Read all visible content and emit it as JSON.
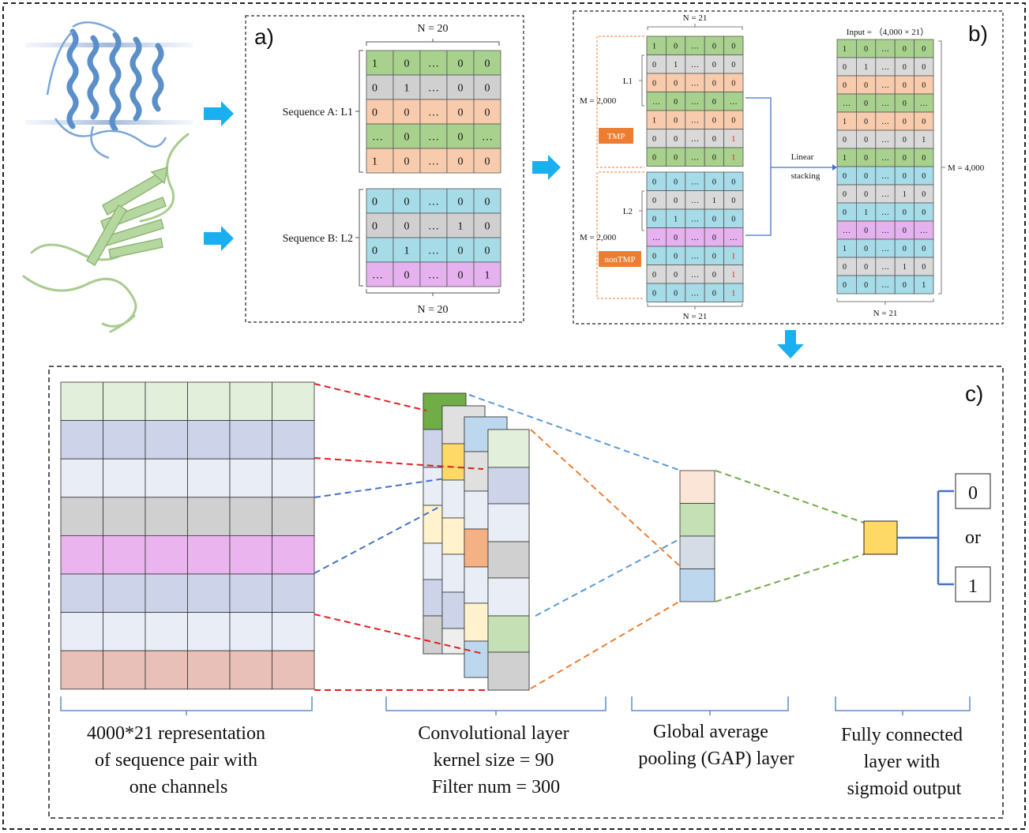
{
  "panel_a": {
    "tag": "a)",
    "n_top": "N = 20",
    "n_bottom": "N = 20",
    "seq_a_label": "Sequence A: L1",
    "seq_b_label": "Sequence B: L2",
    "seq_a_rows": [
      {
        "cells": [
          "1",
          "0",
          "…",
          "0",
          "0"
        ],
        "color": "#a9d18e"
      },
      {
        "cells": [
          "0",
          "1",
          "…",
          "0",
          "0"
        ],
        "color": "#d0d0d0"
      },
      {
        "cells": [
          "0",
          "0",
          "…",
          "0",
          "0"
        ],
        "color": "#f8cbad"
      },
      {
        "cells": [
          "…",
          "0",
          "…",
          "0",
          "…"
        ],
        "color": "#a9d18e"
      },
      {
        "cells": [
          "1",
          "0",
          "…",
          "0",
          "0"
        ],
        "color": "#f8cbad"
      }
    ],
    "seq_b_rows": [
      {
        "cells": [
          "0",
          "0",
          "…",
          "0",
          "0"
        ],
        "color": "#a6dbe8"
      },
      {
        "cells": [
          "0",
          "0",
          "…",
          "1",
          "0"
        ],
        "color": "#d0d0d0"
      },
      {
        "cells": [
          "0",
          "1",
          "…",
          "0",
          "0"
        ],
        "color": "#a6dbe8"
      },
      {
        "cells": [
          "…",
          "0",
          "…",
          "0",
          "1"
        ],
        "color": "#e6b1ef"
      }
    ]
  },
  "panel_b": {
    "tag": "b)",
    "n_top": "N = 21",
    "n_bottom_left": "N = 21",
    "n_bottom_right": "N = 21",
    "input_label": "Input = （4,000 × 21）",
    "m_tmp": "M = 2,000",
    "m_nontmp": "M = 2,000",
    "m_total": "M = 4,000",
    "l1": "L1",
    "l2": "L2",
    "tmp_tag": "TMP",
    "nontmp_tag": "nonTMP",
    "stack_label_1": "Linear",
    "stack_label_2": "stacking",
    "tmp_rows": [
      {
        "cells": [
          "1",
          "0",
          "…",
          "0",
          "0"
        ],
        "color": "#a9d18e",
        "red_last": false
      },
      {
        "cells": [
          "0",
          "1",
          "…",
          "0",
          "0"
        ],
        "color": "#d9d9d9",
        "red_last": false
      },
      {
        "cells": [
          "0",
          "0",
          "…",
          "0",
          "0"
        ],
        "color": "#f8cbad",
        "red_last": false
      },
      {
        "cells": [
          "…",
          "0",
          "…",
          "0",
          "…"
        ],
        "color": "#a9d18e",
        "red_last": false
      },
      {
        "cells": [
          "1",
          "0",
          "…",
          "0",
          "0"
        ],
        "color": "#f8cbad",
        "red_last": false
      },
      {
        "cells": [
          "0",
          "0",
          "…",
          "0",
          "1"
        ],
        "color": "#d9d9d9",
        "red_last": true
      },
      {
        "cells": [
          "0",
          "0",
          "…",
          "0",
          "1"
        ],
        "color": "#a9d18e",
        "red_last": true
      }
    ],
    "nontmp_rows": [
      {
        "cells": [
          "0",
          "0",
          "…",
          "0",
          "0"
        ],
        "color": "#a6dbe8",
        "red_last": false
      },
      {
        "cells": [
          "0",
          "0",
          "…",
          "1",
          "0"
        ],
        "color": "#d9d9d9",
        "red_last": false
      },
      {
        "cells": [
          "0",
          "1",
          "…",
          "0",
          "0"
        ],
        "color": "#a6dbe8",
        "red_last": false
      },
      {
        "cells": [
          "…",
          "0",
          "…",
          "0",
          "…"
        ],
        "color": "#e6b1ef",
        "red_last": false
      },
      {
        "cells": [
          "0",
          "0",
          "…",
          "0",
          "1"
        ],
        "color": "#a6dbe8",
        "red_last": true
      },
      {
        "cells": [
          "0",
          "0",
          "…",
          "0",
          "1"
        ],
        "color": "#d9d9d9",
        "red_last": true
      },
      {
        "cells": [
          "0",
          "0",
          "…",
          "0",
          "1"
        ],
        "color": "#a6dbe8",
        "red_last": true
      }
    ],
    "stacked_rows": [
      {
        "cells": [
          "1",
          "0",
          "…",
          "0",
          "0"
        ],
        "color": "#a9d18e"
      },
      {
        "cells": [
          "0",
          "1",
          "…",
          "0",
          "0"
        ],
        "color": "#d9d9d9"
      },
      {
        "cells": [
          "0",
          "0",
          "…",
          "0",
          "0"
        ],
        "color": "#f8cbad"
      },
      {
        "cells": [
          "…",
          "0",
          "…",
          "0",
          "…"
        ],
        "color": "#a9d18e"
      },
      {
        "cells": [
          "1",
          "0",
          "…",
          "0",
          "0"
        ],
        "color": "#f8cbad"
      },
      {
        "cells": [
          "0",
          "0",
          "…",
          "0",
          "1"
        ],
        "color": "#d9d9d9"
      },
      {
        "cells": [
          "1",
          "0",
          "…",
          "0",
          "0"
        ],
        "color": "#a9d18e"
      },
      {
        "cells": [
          "0",
          "0",
          "…",
          "0",
          "0"
        ],
        "color": "#a6dbe8"
      },
      {
        "cells": [
          "0",
          "0",
          "…",
          "1",
          "0"
        ],
        "color": "#d9d9d9"
      },
      {
        "cells": [
          "0",
          "1",
          "…",
          "0",
          "0"
        ],
        "color": "#a6dbe8"
      },
      {
        "cells": [
          "…",
          "0",
          "…",
          "0",
          "…"
        ],
        "color": "#e6b1ef"
      },
      {
        "cells": [
          "1",
          "0",
          "…",
          "0",
          "0"
        ],
        "color": "#a6dbe8"
      },
      {
        "cells": [
          "0",
          "0",
          "…",
          "1",
          "0"
        ],
        "color": "#d9d9d9"
      },
      {
        "cells": [
          "0",
          "0",
          "…",
          "0",
          "1"
        ],
        "color": "#a6dbe8"
      }
    ]
  },
  "panel_c": {
    "tag": "c)",
    "input_rows": [
      "#e2efda",
      "#cdd4ea",
      "#e9edf5",
      "#d0d0d0",
      "#eab5ee",
      "#cdd4ea",
      "#e9edf5",
      "#e8c0b8"
    ],
    "input_caption": [
      "4000*21 representation",
      "of sequence pair with",
      "one channels"
    ],
    "conv_caption": [
      "Convolutional layer",
      "kernel size = 90",
      "Filter num = 300"
    ],
    "gap_caption": [
      "Global average",
      "pooling (GAP) layer"
    ],
    "fc_caption": [
      "Fully connected",
      "layer with",
      "sigmoid output"
    ],
    "gap_cells": [
      "#fbe5d6",
      "#c5e0b4",
      "#d6dce5",
      "#bdd7ee"
    ],
    "fc_color": "#ffd966",
    "output_0": "0",
    "output_or": "or",
    "output_1": "1"
  },
  "colors": {
    "arrow": "#1ab0ef",
    "red_dash": "#e02020",
    "blue_dash": "#4472c4",
    "lightblue_dash": "#5b9bd5",
    "orange_dash": "#ed7d31",
    "green_dash": "#70ad47",
    "tag_orange": "#ed7d31"
  }
}
